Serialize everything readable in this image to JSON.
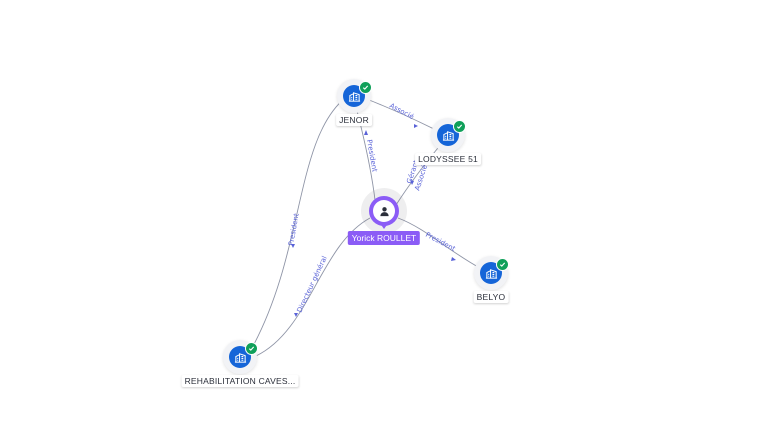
{
  "center": {
    "name": "Yorick ROULLET",
    "icon": "person-icon",
    "color": "#8b5cf6"
  },
  "companies": [
    {
      "id": "jenor",
      "name": "JENOR",
      "icon": "building-icon",
      "verified": true
    },
    {
      "id": "lodyssee",
      "name": "LODYSSEE 51",
      "icon": "building-icon",
      "verified": true
    },
    {
      "id": "belyo",
      "name": "BELYO",
      "icon": "building-icon",
      "verified": true
    },
    {
      "id": "rehab",
      "name": "REHABILITATION CAVES...",
      "icon": "building-icon",
      "verified": true
    }
  ],
  "relations": [
    {
      "from": "center",
      "to": "jenor",
      "label": "President"
    },
    {
      "from": "jenor",
      "to": "lodyssee",
      "label": "Associé"
    },
    {
      "from": "center",
      "to": "lodyssee",
      "label_1": "Gérant",
      "label_2": "Associé"
    },
    {
      "from": "center",
      "to": "belyo",
      "label": "President"
    },
    {
      "from": "rehab",
      "to": "jenor",
      "label": "President"
    },
    {
      "from": "center",
      "to": "rehab",
      "label": "Directeur général"
    }
  ],
  "colors": {
    "company": "#1565d8",
    "verified": "#10a05a",
    "edge": "#8e94a6",
    "edge_label": "#5a63d8"
  }
}
